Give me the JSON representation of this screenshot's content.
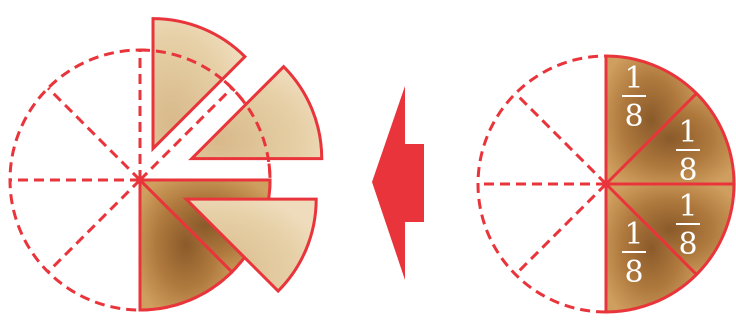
{
  "colors": {
    "outline": "#e8343a",
    "arrow": "#e8343a",
    "biscuit_light": "#e2c79a",
    "biscuit_mid": "#cf9f5f",
    "biscuit_dark": "#8a5a2a",
    "text": "#ffffff"
  },
  "left_circle": {
    "total_parts": 8,
    "pieces_in_place": 2,
    "pieces_pulled_out": 3
  },
  "arrow": {
    "direction": "left",
    "icon": "arrow-left-icon"
  },
  "right_circle": {
    "total_parts": 8,
    "shaded_parts": 4,
    "labels": [
      {
        "numerator": "1",
        "denominator": "8"
      },
      {
        "numerator": "1",
        "denominator": "8"
      },
      {
        "numerator": "1",
        "denominator": "8"
      },
      {
        "numerator": "1",
        "denominator": "8"
      }
    ]
  }
}
